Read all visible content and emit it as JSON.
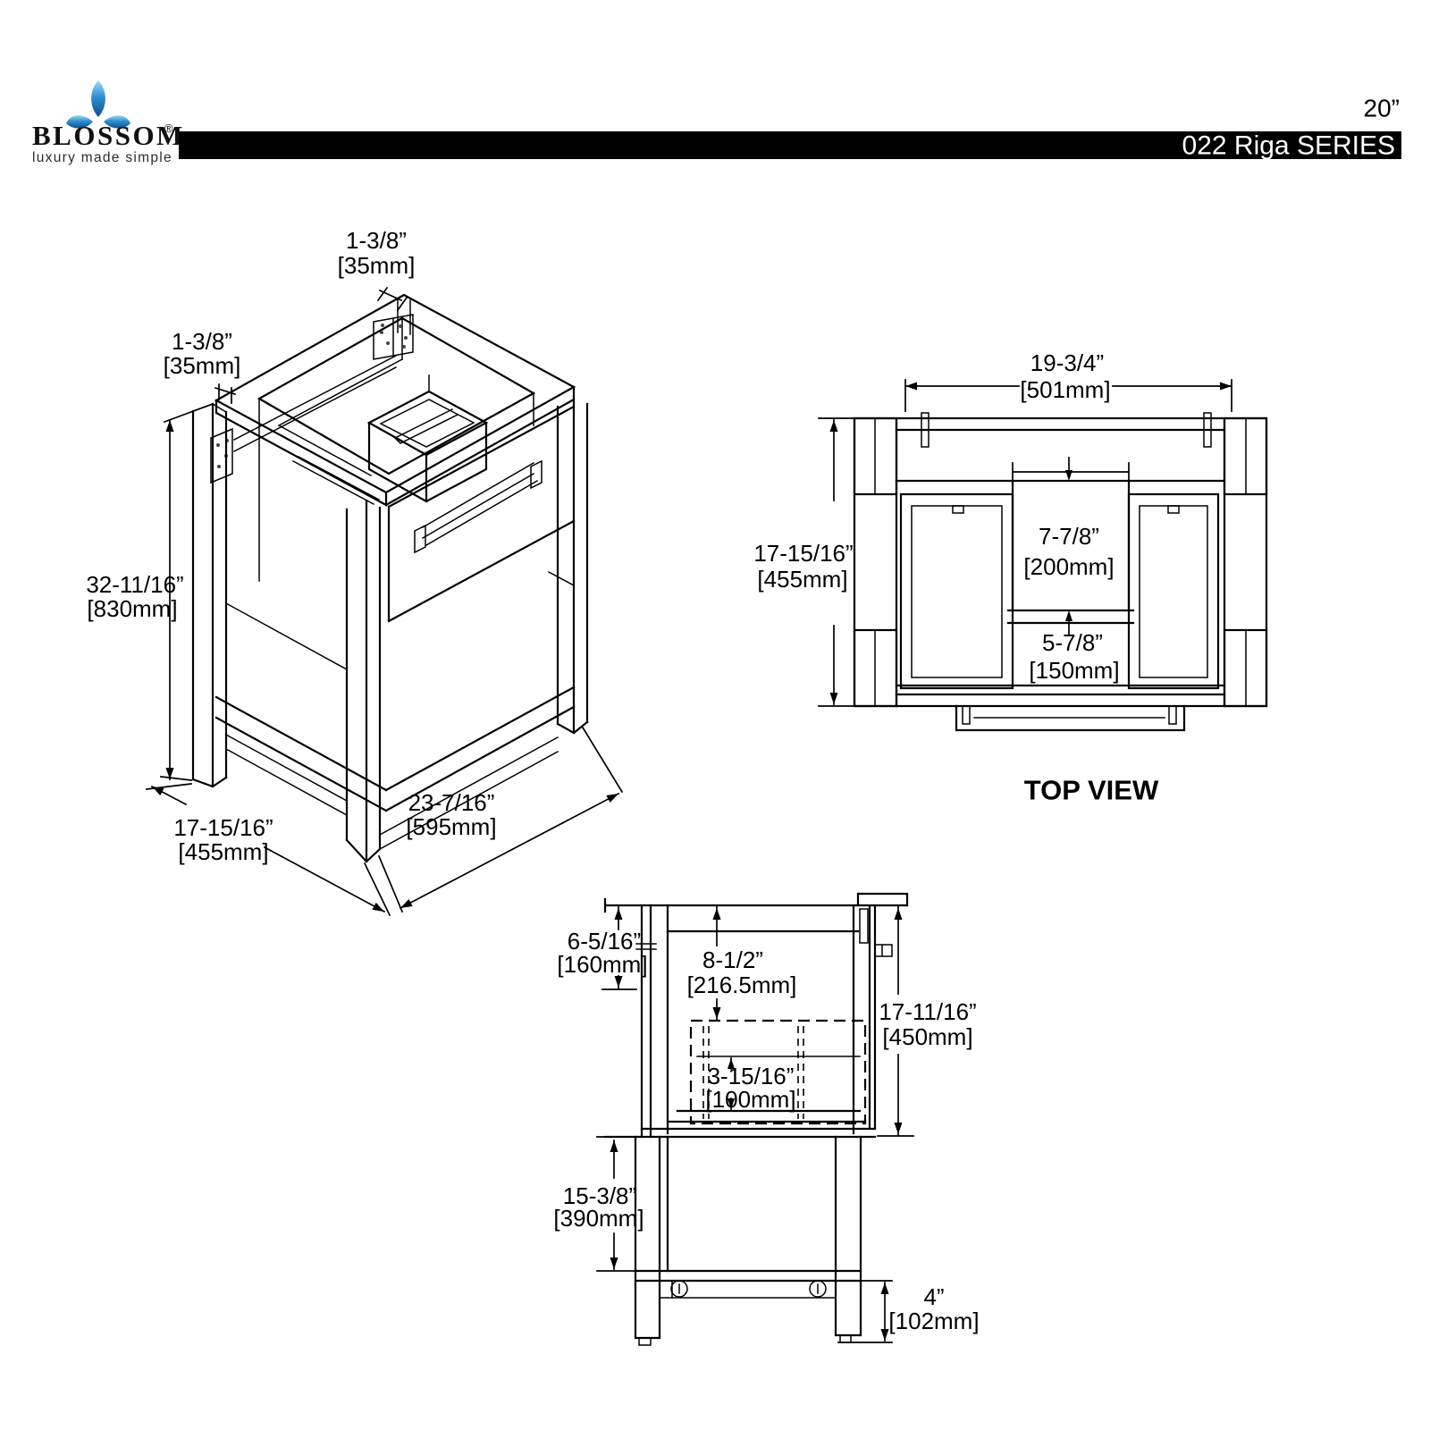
{
  "header": {
    "size": "20”",
    "series": "022 Riga SERIES",
    "brand": {
      "name": "BLOSSOM",
      "reg": "®",
      "tagline": "luxury made simple"
    },
    "colors": {
      "bar": "#000000",
      "flower_light": "#9edcf7",
      "flower_mid": "#2e8fd0",
      "flower_dark": "#0d4f8c",
      "line": "#000000"
    }
  },
  "views": {
    "isometric": {
      "dim_top_thickness": {
        "in": "1-3/8”",
        "mm": "[35mm]"
      },
      "dim_left_thickness": {
        "in": "1-3/8”",
        "mm": "[35mm]"
      },
      "dim_height": {
        "in": "32-11/16”",
        "mm": "[830mm]"
      },
      "dim_depth": {
        "in": "17-15/16”",
        "mm": "[455mm]"
      },
      "dim_width": {
        "in": "23-7/16”",
        "mm": "[595mm]"
      }
    },
    "top": {
      "title": "TOP VIEW",
      "dim_inner_width": {
        "in": "19-3/4”",
        "mm": "[501mm]"
      },
      "dim_depth": {
        "in": "17-15/16”",
        "mm": "[455mm]"
      },
      "dim_center_opening": {
        "in": "7-7/8”",
        "mm": "[200mm]"
      },
      "dim_back_gap": {
        "in": "5-7/8”",
        "mm": "[150mm]"
      }
    },
    "section": {
      "dim_back_offset": {
        "in": "6-5/16”",
        "mm": "[160mm]"
      },
      "dim_top_clearance": {
        "in": "8-1/2”",
        "mm": "[216.5mm]"
      },
      "dim_upper_height": {
        "in": "17-11/16”",
        "mm": "[450mm]"
      },
      "dim_drawer_clearance": {
        "in": "3-15/16”",
        "mm": "[100mm]"
      },
      "dim_lower_height": {
        "in": "15-3/8”",
        "mm": "[390mm]"
      },
      "dim_leg_height": {
        "in": "4”",
        "mm": "[102mm]"
      }
    }
  }
}
